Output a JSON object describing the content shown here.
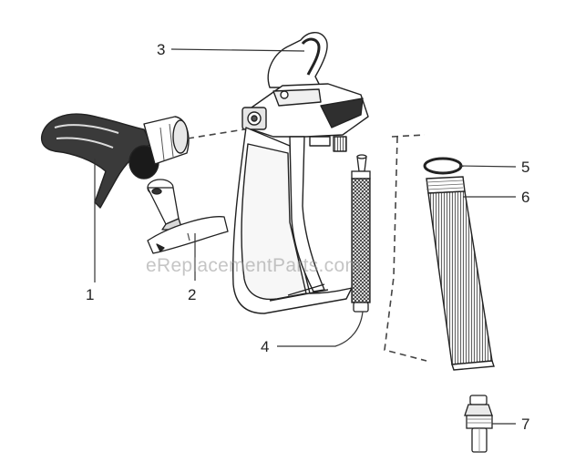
{
  "watermark": "eReplacementParts.com",
  "callouts": [
    {
      "id": "1",
      "label": "1"
    },
    {
      "id": "2",
      "label": "2"
    },
    {
      "id": "3",
      "label": "3"
    },
    {
      "id": "4",
      "label": "4"
    },
    {
      "id": "5",
      "label": "5"
    },
    {
      "id": "6",
      "label": "6"
    },
    {
      "id": "7",
      "label": "7"
    }
  ],
  "colors": {
    "line": "#333333",
    "part_light": "#ffffff",
    "part_dark": "#2a2a2a",
    "mesh": "#444444"
  }
}
